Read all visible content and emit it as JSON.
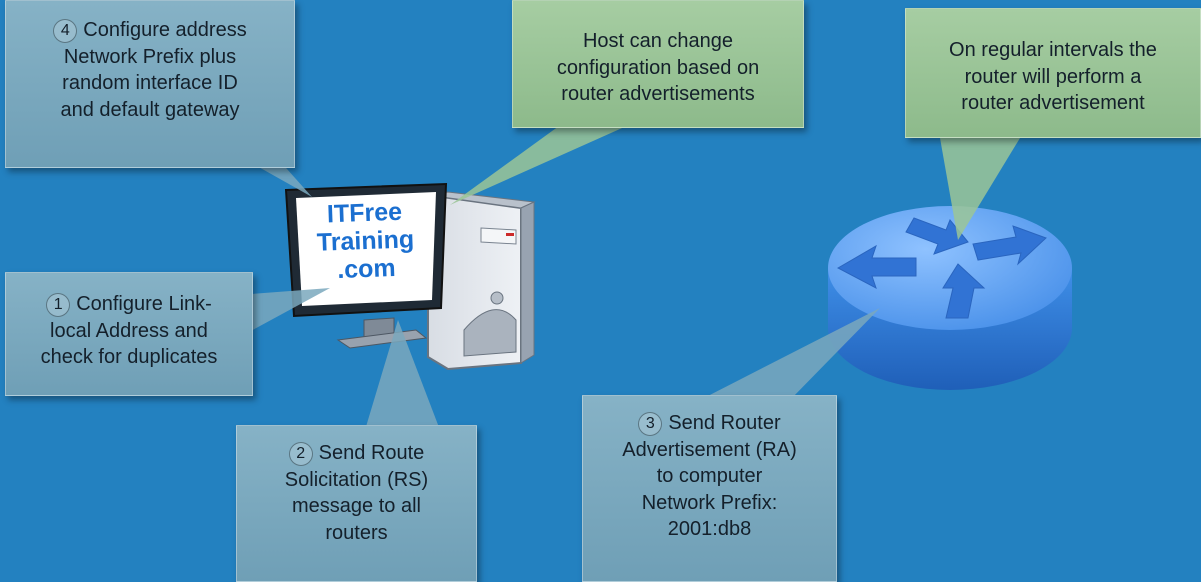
{
  "logo": {
    "line1": "ITFree",
    "line2": "Training",
    "line3": ".com"
  },
  "callouts": {
    "step4": {
      "number": "4",
      "line1": "Configure address",
      "line2": "Network Prefix plus",
      "line3": "random interface ID",
      "line4": "and default gateway"
    },
    "host_change": {
      "line1": "Host can change",
      "line2": "configuration based on",
      "line3": "router advertisements"
    },
    "router_periodic": {
      "line1": "On regular intervals the",
      "line2": "router will perform a",
      "line3": "router advertisement"
    },
    "step1": {
      "number": "1",
      "line1": "Configure Link-",
      "line2": "local Address and",
      "line3": "check for duplicates"
    },
    "step2": {
      "number": "2",
      "line1": "Send Route",
      "line2": "Solicitation (RS)",
      "line3": "message to all",
      "line4": "routers"
    },
    "step3": {
      "number": "3",
      "line1": "Send Router",
      "line2": "Advertisement (RA)",
      "line3": "to computer",
      "line4": "Network Prefix:",
      "line5": "2001:db8"
    }
  },
  "colors": {
    "background": "#2381c0",
    "callout_blue": "#7aa8bd",
    "callout_green": "#9bc597",
    "router": "#4a8fe0"
  }
}
